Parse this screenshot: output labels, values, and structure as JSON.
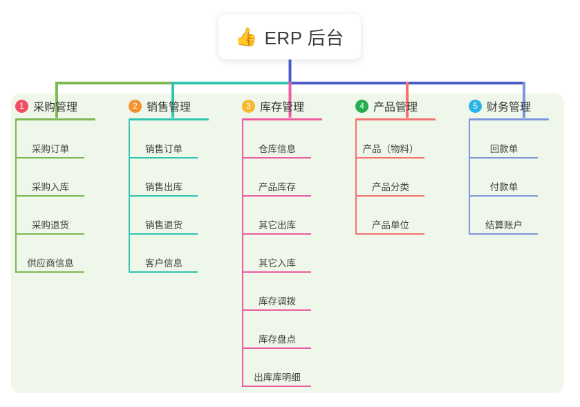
{
  "root": {
    "icon": "thumbs-up-icon",
    "icon_glyph": "👍",
    "title": "ERP 后台"
  },
  "palette": {
    "panel_bg": "#eef7e9",
    "page_bg": "#ffffff",
    "stem": "#4a5bc4"
  },
  "columns": [
    {
      "index": "1",
      "badge_color": "#f04f63",
      "line_color": "#7cb854",
      "title": "采购管理",
      "items": [
        "采购订单",
        "采购入库",
        "采购退货",
        "供应商信息"
      ]
    },
    {
      "index": "2",
      "badge_color": "#f5912e",
      "line_color": "#2ec4b0",
      "title": "销售管理",
      "items": [
        "销售订单",
        "销售出库",
        "销售退货",
        "客户信息"
      ]
    },
    {
      "index": "3",
      "badge_color": "#f6b92b",
      "line_color": "#ef5ba1",
      "title": "库存管理",
      "items": [
        "仓库信息",
        "产品库存",
        "其它出库",
        "其它入库",
        "库存调拨",
        "库存盘点",
        "出库库明细"
      ]
    },
    {
      "index": "4",
      "badge_color": "#23ad4e",
      "line_color": "#f4716e",
      "title": "产品管理",
      "items": [
        "产品（物料）",
        "产品分类",
        "产品单位"
      ]
    },
    {
      "index": "5",
      "badge_color": "#28b4e8",
      "line_color": "#7d95dd",
      "title": "财务管理",
      "items": [
        "回款单",
        "付款单",
        "结算账户"
      ]
    }
  ]
}
